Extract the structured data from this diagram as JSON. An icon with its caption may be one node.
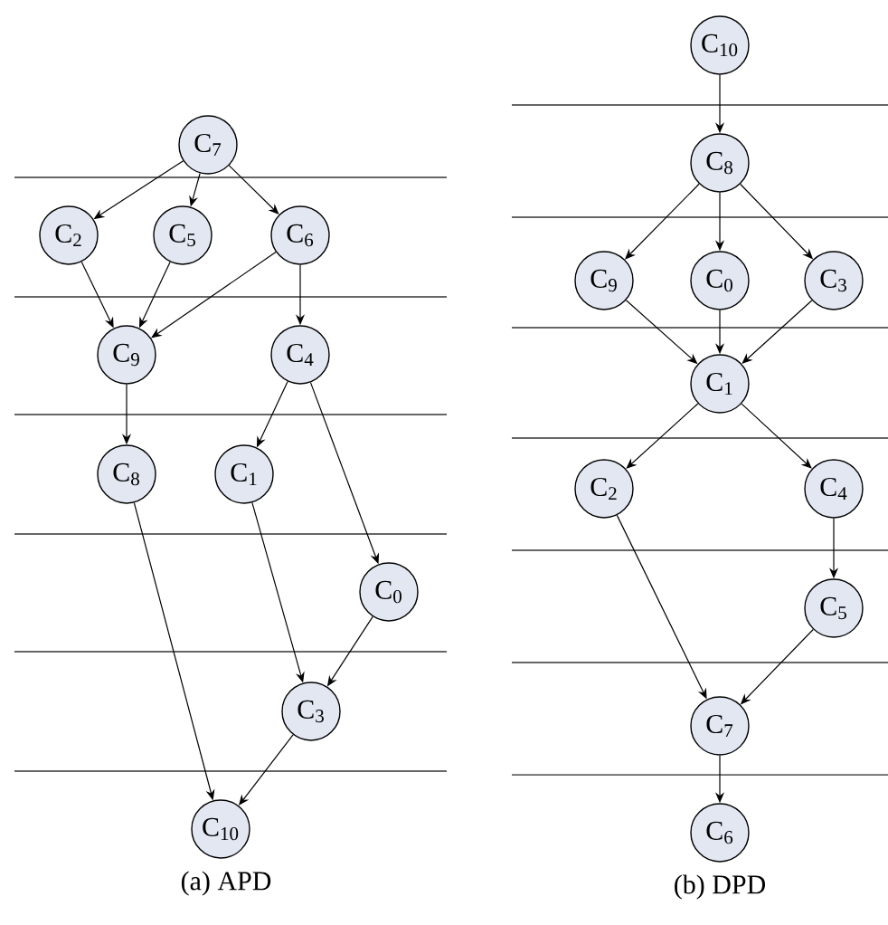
{
  "diagram": {
    "nodes": [
      {
        "text": [
          "C$_{7}$"
        ]
      },
      {
        "text": [
          "C$_{2}$"
        ]
      },
      {
        "text": [
          "C$_{5}$"
        ]
      },
      {
        "text": [
          "C$_{6}$"
        ]
      },
      {
        "text": [
          "C$_{9}$"
        ]
      },
      {
        "text": [
          "C$_{4}$"
        ]
      },
      {
        "text": [
          "C$_{8}$"
        ]
      },
      {
        "text": [
          "C$_{1}$"
        ]
      },
      {
        "text": [
          "C$_{0}$"
        ]
      },
      {
        "text": [
          "C$_{3}$"
        ]
      },
      {
        "text": [
          "C$_{10}$"
        ]
      },
      {
        "text": [
          "C$_{10}$"
        ]
      },
      {
        "text": [
          "C$_{8}$"
        ]
      },
      {
        "text": [
          "C$_{9}$"
        ]
      },
      {
        "text": [
          "C$_{0}$"
        ]
      },
      {
        "text": [
          "C$_{3}$"
        ]
      },
      {
        "text": [
          "C$_{1}$"
        ]
      },
      {
        "text": [
          "C$_{2}$"
        ]
      },
      {
        "text": [
          "C$_{4}$"
        ]
      },
      {
        "text": [
          "C$_{5}$"
        ]
      },
      {
        "text": [
          "C$_{7}$"
        ]
      },
      {
        "text": [
          "C$_{6}$"
        ]
      }
    ],
    "edges": [
      {
        "from": 0,
        "to": 1,
        "arrow": "to"
      },
      {
        "from": 0,
        "to": 2,
        "arrow": "to"
      },
      {
        "from": 0,
        "to": 3,
        "arrow": "to"
      },
      {
        "from": 1,
        "to": 4,
        "arrow": "to"
      },
      {
        "from": 2,
        "to": 4,
        "arrow": "to"
      },
      {
        "from": 3,
        "to": 4,
        "arrow": "to"
      },
      {
        "from": 3,
        "to": 5,
        "arrow": "to"
      },
      {
        "from": 4,
        "to": 6,
        "arrow": "to"
      },
      {
        "from": 5,
        "to": 7,
        "arrow": "to"
      },
      {
        "from": 5,
        "to": 8,
        "arrow": "to"
      },
      {
        "from": 6,
        "to": 10,
        "arrow": "to"
      },
      {
        "from": 7,
        "to": 9,
        "arrow": "to"
      },
      {
        "from": 8,
        "to": 9,
        "arrow": "to"
      },
      {
        "from": 9,
        "to": 10,
        "arrow": "to"
      },
      {
        "from": 11,
        "to": 12,
        "arrow": "to"
      },
      {
        "from": 12,
        "to": 13,
        "arrow": "to"
      },
      {
        "from": 12,
        "to": 14,
        "arrow": "to"
      },
      {
        "from": 12,
        "to": 15,
        "arrow": "to"
      },
      {
        "from": 13,
        "to": 16,
        "arrow": "to"
      },
      {
        "from": 14,
        "to": 16,
        "arrow": "to"
      },
      {
        "from": 15,
        "to": 16,
        "arrow": "to"
      },
      {
        "from": 16,
        "to": 17,
        "arrow": "to"
      },
      {
        "from": 16,
        "to": 18,
        "arrow": "to"
      },
      {
        "from": 17,
        "to": 20,
        "arrow": "to"
      },
      {
        "from": 18,
        "to": 19,
        "arrow": "to"
      },
      {
        "from": 19,
        "to": 20,
        "arrow": "to"
      },
      {
        "from": 20,
        "to": 21,
        "arrow": "to"
      }
    ],
    "labels": [
      "(a) APD",
      "(b) DPD"
    ]
  }
}
